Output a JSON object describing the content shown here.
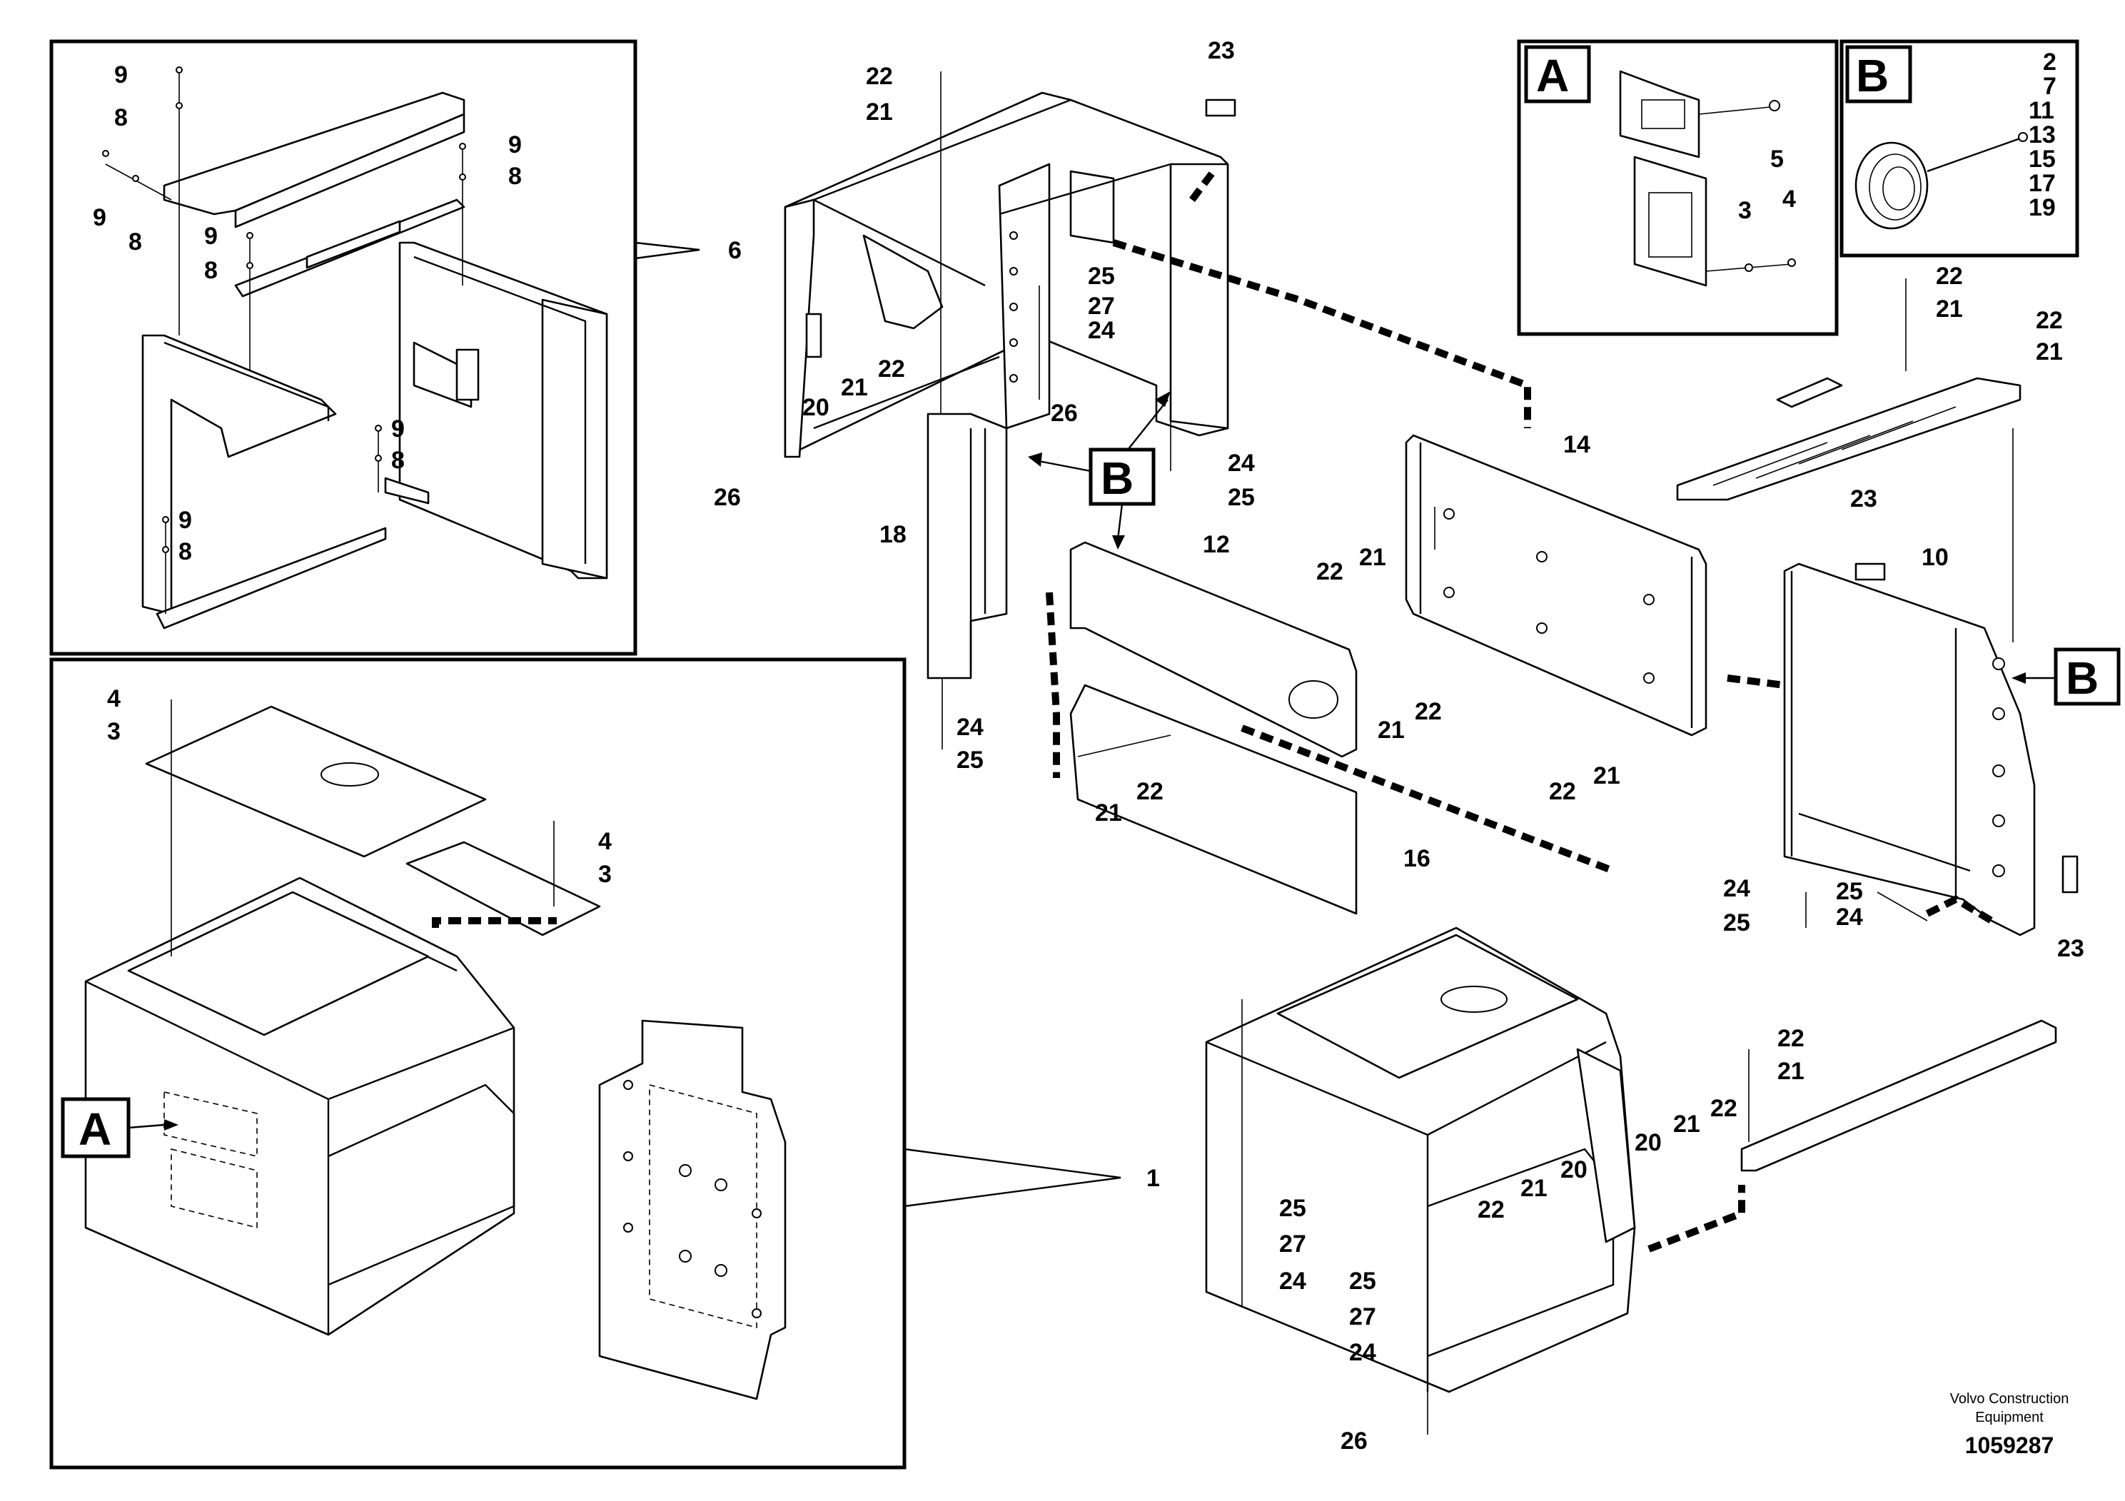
{
  "labels": {
    "upper_inset": {
      "l9a": "9",
      "l8a": "8",
      "l9b": "9",
      "l8b": "8",
      "l9c": "9",
      "l8c": "8",
      "l9d": "9",
      "l8d": "8",
      "l9e": "9",
      "l8e": "8",
      "l9f": "9",
      "l8f": "8"
    },
    "lower_inset": {
      "l4a": "4",
      "l3a": "3",
      "l4b": "4",
      "l3b": "3"
    },
    "detail_a": {
      "l5": "5",
      "l3": "3",
      "l4": "4"
    },
    "detail_b": {
      "l2": "2",
      "l7": "7",
      "l11": "11",
      "l13": "13",
      "l15": "15",
      "l17": "17",
      "l19": "19"
    },
    "main": {
      "l22a": "22",
      "l21a": "21",
      "l23a": "23",
      "l6": "6",
      "l25a": "25",
      "l27a": "27",
      "l24a": "24",
      "l20a": "20",
      "l21b": "21",
      "l22b": "22",
      "l26a": "26",
      "l24b": "24",
      "l25b": "25",
      "l26b": "26",
      "l18": "18",
      "l12": "12",
      "l14": "14",
      "l22c": "22",
      "l21c": "21",
      "l21d": "21",
      "l22d": "22",
      "l24c": "24",
      "l25c": "25",
      "l21e": "21",
      "l22e": "22",
      "l16": "16",
      "l22f": "22",
      "l21f": "21",
      "l22g": "22",
      "l21g": "21",
      "l22h": "22",
      "l21h": "21",
      "l23b": "23",
      "l10": "10",
      "l24d": "24",
      "l25d": "25",
      "l25e": "25",
      "l24e": "24",
      "l23c": "23",
      "l22i": "22",
      "l21i": "21",
      "l20b": "20",
      "l21j": "21",
      "l22j": "22",
      "l22k": "22",
      "l21k": "21",
      "l20c": "20",
      "l1": "1",
      "l25f": "25",
      "l27b": "27",
      "l24f": "24",
      "l25g": "25",
      "l27c": "27",
      "l24g": "24",
      "l26c": "26"
    }
  },
  "callouts": {
    "a_inset": "A",
    "a_box": "A",
    "b_box": "B",
    "b_main_left": "B",
    "b_main_right": "B"
  },
  "footer": {
    "company_line1": "Volvo Construction",
    "company_line2": "Equipment",
    "doc_number": "1059287"
  }
}
